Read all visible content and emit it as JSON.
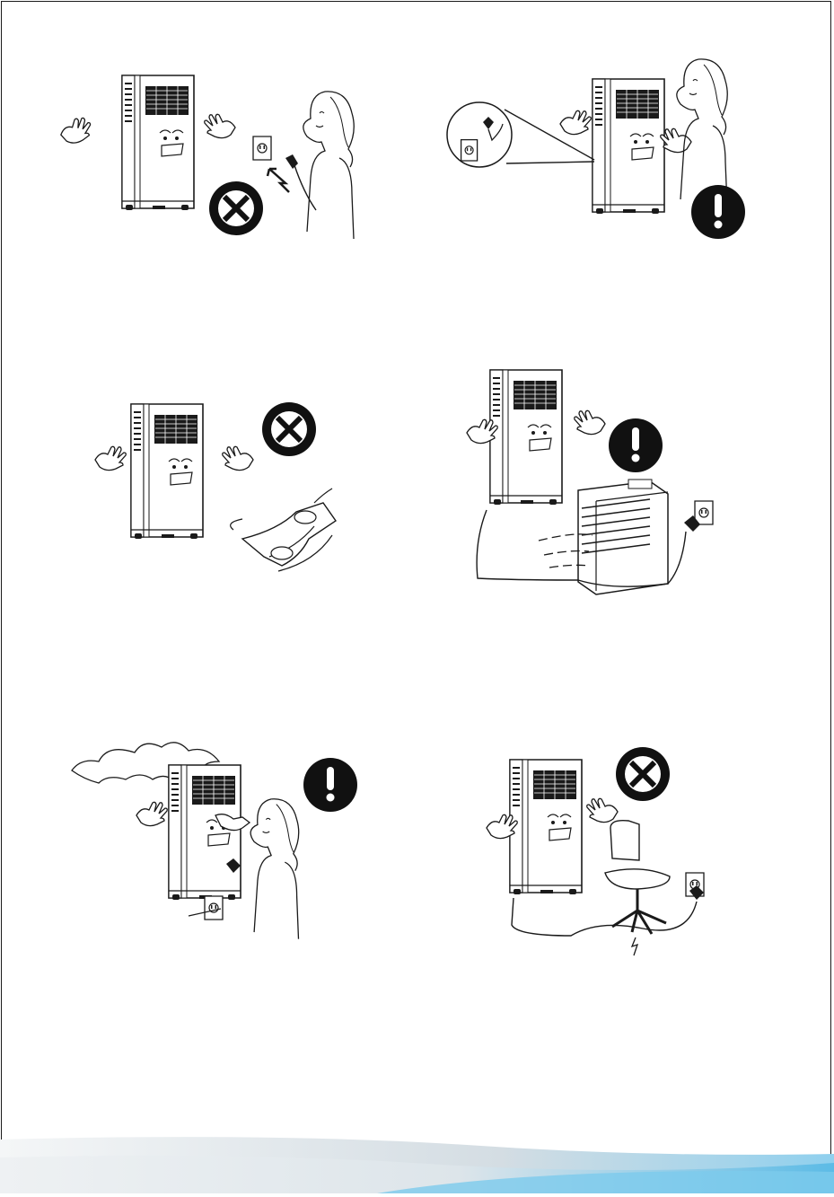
{
  "document": {
    "type": "safety-illustration-page",
    "panels": [
      {
        "id": "panel-1",
        "symbol": "prohibited",
        "scene": "unplugging-by-pulling-cord"
      },
      {
        "id": "panel-2",
        "symbol": "mandatory",
        "scene": "unplug-before-moving"
      },
      {
        "id": "panel-3",
        "symbol": "prohibited",
        "scene": "extension-power-strip"
      },
      {
        "id": "panel-4",
        "symbol": "mandatory",
        "scene": "keep-away-from-heater"
      },
      {
        "id": "panel-5",
        "symbol": "mandatory",
        "scene": "unplug-when-smoke"
      },
      {
        "id": "panel-6",
        "symbol": "prohibited",
        "scene": "cord-under-chair"
      }
    ],
    "colors": {
      "ink": "#1a1a1a",
      "symbol": "#111111",
      "footer_light": "#e4e8ec",
      "footer_blue": "#6fc3e8"
    },
    "icons": [
      "prohibited-icon",
      "mandatory-icon"
    ]
  }
}
